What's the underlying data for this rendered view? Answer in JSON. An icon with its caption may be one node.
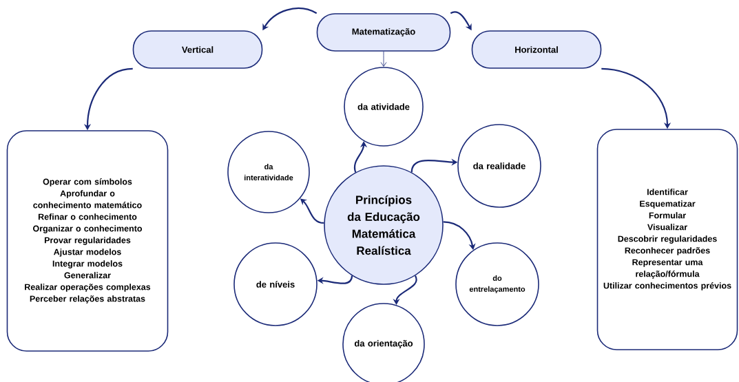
{
  "diagram": {
    "nodes": [
      {
        "text": [
          "Matematização"
        ]
      },
      {
        "text": [
          "Vertical"
        ]
      },
      {
        "text": [
          "Horizontal"
        ]
      },
      {
        "text": [
          "Operar com símbolos",
          "Aprofundar o conhecimento matemático",
          "Refinar o conhecimento",
          "Organizar o conhecimento",
          "Provar regularidades",
          "Ajustar modelos",
          "Integrar modelos",
          "Generalizar",
          "Realizar operações complexas",
          "Perceber relações abstratas"
        ]
      },
      {
        "text": [
          "da atividade"
        ]
      },
      {
        "text": [
          "da interatividade"
        ]
      },
      {
        "text": [
          "Princípios da Educação Matemática Realística"
        ]
      },
      {
        "text": [
          "da realidade"
        ]
      },
      {
        "text": [
          "de níveis"
        ]
      },
      {
        "text": [
          "do entrelaçamento"
        ]
      },
      {
        "text": [
          "da orientação"
        ]
      },
      {
        "text": [
          "Identificar",
          "Esquematizar",
          "Formular",
          "Visualizar",
          "Descobrir regularidades",
          "Reconhecer padrões",
          "Representar uma relação/fórmula",
          "Utilizar conhecimentos prévios"
        ]
      }
    ],
    "edges": [
      {
        "from": 0,
        "to": 1,
        "arrow": "to"
      },
      {
        "from": 0,
        "to": 2,
        "arrow": "to"
      },
      {
        "from": 0,
        "to": 4,
        "arrow": "to"
      },
      {
        "from": 1,
        "to": 3,
        "arrow": "to"
      },
      {
        "from": 2,
        "to": 11,
        "arrow": "to"
      },
      {
        "from": 6,
        "to": 4,
        "arrow": "to"
      },
      {
        "from": 6,
        "to": 7,
        "arrow": "to"
      },
      {
        "from": 6,
        "to": 9,
        "arrow": "to"
      },
      {
        "from": 6,
        "to": 10,
        "arrow": "to"
      },
      {
        "from": 6,
        "to": 8,
        "arrow": "to"
      },
      {
        "from": 6,
        "to": 5,
        "arrow": "to"
      }
    ]
  }
}
